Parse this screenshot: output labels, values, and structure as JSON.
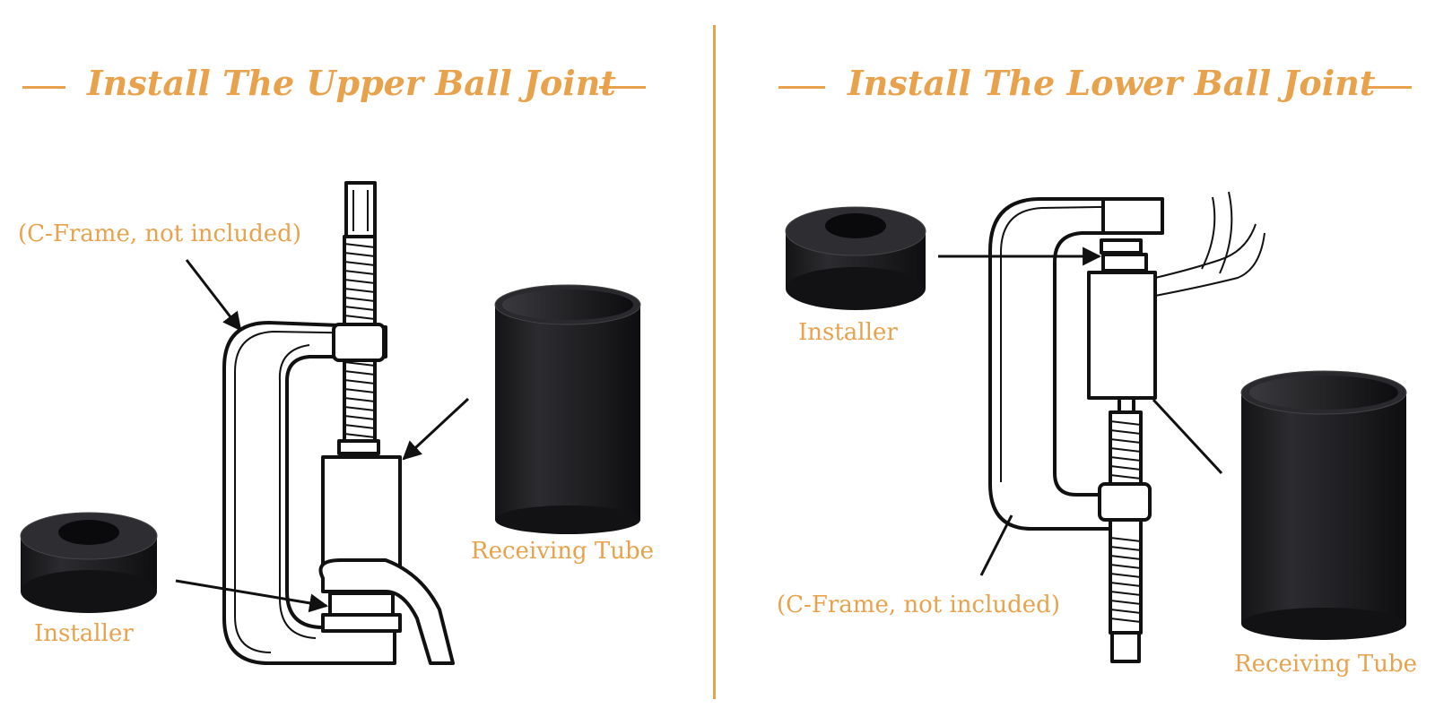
{
  "left": {
    "title": "Install The Upper Ball Joint",
    "cframe_label": "(C-Frame, not included)",
    "receiving_label": "Receiving Tube",
    "installer_label": "Installer"
  },
  "right": {
    "title": "Install The Lower Ball Joint",
    "installer_label": "Installer",
    "cframe_label": "(C-Frame, not included)",
    "receiving_label": "Receiving Tube"
  },
  "colors": {
    "accent": "#e8a24c",
    "part": "#1e1e20",
    "ink": "#111111"
  }
}
